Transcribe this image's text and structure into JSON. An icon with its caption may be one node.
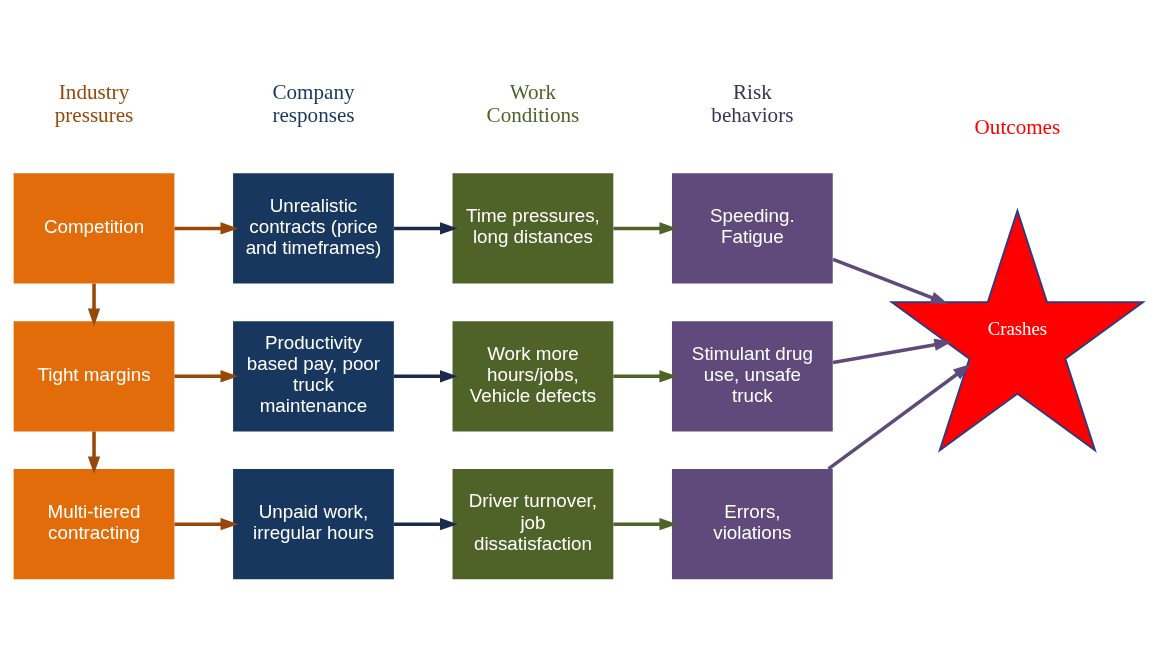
{
  "diagram": {
    "nodes": [
      {
        "text": [
          "Competition"
        ]
      },
      {
        "text": [
          "Tight margins"
        ]
      },
      {
        "text": [
          "Multi-tiered contracting"
        ]
      },
      {
        "text": [
          "Unrealistic contracts (price and timeframes)"
        ]
      },
      {
        "text": [
          "Productivity based pay, poor truck maintenance"
        ]
      },
      {
        "text": [
          "Unpaid work, irregular hours"
        ]
      },
      {
        "text": [
          "Time pressures, long distances"
        ]
      },
      {
        "text": [
          "Work more hours/jobs, Vehicle defects"
        ]
      },
      {
        "text": [
          "Driver turnover, job dissatisfaction"
        ]
      },
      {
        "text": [
          "Speeding. Fatigue"
        ]
      },
      {
        "text": [
          "Stimulant drug use, unsafe truck"
        ]
      },
      {
        "text": [
          "Errors, violations"
        ]
      },
      {
        "text": [
          "Crashes"
        ]
      }
    ],
    "edges": [
      {
        "from": 0,
        "to": 1,
        "arrow": "to",
        "color": "#974706"
      },
      {
        "from": 1,
        "to": 2,
        "arrow": "to",
        "color": "#974706"
      },
      {
        "from": 0,
        "to": 3,
        "arrow": "to",
        "color": "#974706"
      },
      {
        "from": 1,
        "to": 4,
        "arrow": "to",
        "color": "#974706"
      },
      {
        "from": 2,
        "to": 5,
        "arrow": "to",
        "color": "#974706"
      },
      {
        "from": 3,
        "to": 6,
        "arrow": "to",
        "color": "#1b2a4a"
      },
      {
        "from": 4,
        "to": 7,
        "arrow": "to",
        "color": "#1b2a4a"
      },
      {
        "from": 5,
        "to": 8,
        "arrow": "to",
        "color": "#1b2a4a"
      },
      {
        "from": 6,
        "to": 9,
        "arrow": "to",
        "color": "#4f6228"
      },
      {
        "from": 7,
        "to": 10,
        "arrow": "to",
        "color": "#4f6228"
      },
      {
        "from": 8,
        "to": 11,
        "arrow": "to",
        "color": "#4f6228"
      },
      {
        "from": 9,
        "to": 12,
        "arrow": "to",
        "color": "#5f4b7b"
      },
      {
        "from": 10,
        "to": 12,
        "arrow": "to",
        "color": "#5f4b7b"
      },
      {
        "from": 11,
        "to": 12,
        "arrow": "to",
        "color": "#5f4b7b"
      }
    ],
    "labels": [
      "Industry pressures",
      "Company responses",
      "Work Conditions",
      "Risk behaviors",
      "Outcomes"
    ]
  }
}
